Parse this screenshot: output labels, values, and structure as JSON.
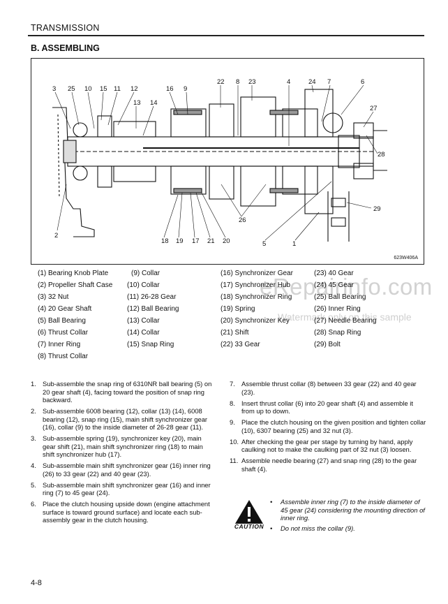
{
  "header": {
    "title": "TRANSMISSION"
  },
  "section": {
    "title": "B. ASSEMBLING"
  },
  "figure": {
    "code": "623W406A",
    "callouts_top": [
      "3",
      "25",
      "10",
      "15",
      "11",
      "12",
      "13",
      "14",
      "16",
      "9",
      "22",
      "8",
      "23",
      "4",
      "24",
      "7",
      "6",
      "27",
      "28"
    ],
    "callouts_bottom": [
      "2",
      "18",
      "19",
      "17",
      "21",
      "20",
      "26",
      "5",
      "1",
      "29"
    ]
  },
  "parts_list": [
    "(1) Bearing Knob Plate",
    "(2) Propeller Shaft Case",
    "(3) 32 Nut",
    "(4) 20 Gear Shaft",
    "(5) Ball Bearing",
    "(6) Thrust Collar",
    "(7) Inner Ring",
    "(8) Thrust Collar",
    "(9) Collar",
    "(10) Collar",
    "(11) 26-28 Gear",
    "(12) Ball Bearing",
    "(13) Collar",
    "(14) Collar",
    "(15) Snap Ring",
    "(16) Synchronizer Gear",
    "(17) Synchronizer Hub",
    "(18) Synchronizer Ring",
    "(19) Spring",
    "(20) Synchronizer Key",
    "(21) Shift",
    "(22) 33 Gear",
    "(23) 40 Gear",
    "(24) 45 Gear",
    "(25) Ball Bearing",
    "(26) Inner Ring",
    "(27) Needle Bearing",
    "(28) Snap Ring",
    "(29) Bolt"
  ],
  "watermark": {
    "main": "eRepairinfo.com",
    "sub": "Watermark only on this sample"
  },
  "steps_left": [
    {
      "num": "1.",
      "text": "Sub-assemble the snap ring of 6310NR ball bearing (5) on 20 gear shaft (4), facing toward the position of snap ring backward."
    },
    {
      "num": "2.",
      "text": "Sub-assemble 6008 bearing (12), collar (13) (14), 6008 bearing (12), snap ring (15), main shift synchronizer gear (16), collar (9) to the inside diameter of 26-28 gear (11)."
    },
    {
      "num": "3.",
      "text": "Sub-assemble spring (19), synchronizer key (20), main gear shift (21), main shift synchronizer ring (18) to main shift synchronizer hub (17)."
    },
    {
      "num": "4.",
      "text": "Sub-assemble main shift synchronizer gear (16) inner ring (26) to 33 gear (22) and 40 gear (23)."
    },
    {
      "num": "5.",
      "text": "Sub-assemble main shift synchronizer gear (16) and inner ring (7) to 45 gear (24)."
    },
    {
      "num": "6.",
      "text": "Place the clutch housing upside down (engine attachment surface is toward ground surface) and locate each sub-assembly gear in the clutch housing."
    }
  ],
  "steps_right": [
    {
      "num": "7.",
      "text": "Assemble thrust collar (8) between 33 gear (22) and 40 gear (23)."
    },
    {
      "num": "8.",
      "text": "Insert thrust collar (6) into 20 gear shaft (4) and assemble it from up to down."
    },
    {
      "num": "9.",
      "text": "Place the clutch housing on the given position and tighten collar (10), 6307 bearing (25) and 32 nut (3)."
    },
    {
      "num": "10.",
      "text": "After checking the gear per stage by turning by hand, apply caulking not to make the caulking part of 32 nut (3) loosen."
    },
    {
      "num": "11.",
      "text": "Assemble needle bearing (27) and snap ring (28) to the gear shaft (4)."
    }
  ],
  "caution": {
    "label": "CAUTION",
    "notes": [
      "Assemble inner ring (7) to the inside diameter of 45 gear (24) considering the mounting direction of inner ring.",
      "Do not miss the collar (9)."
    ]
  },
  "page": {
    "number": "4-8"
  }
}
